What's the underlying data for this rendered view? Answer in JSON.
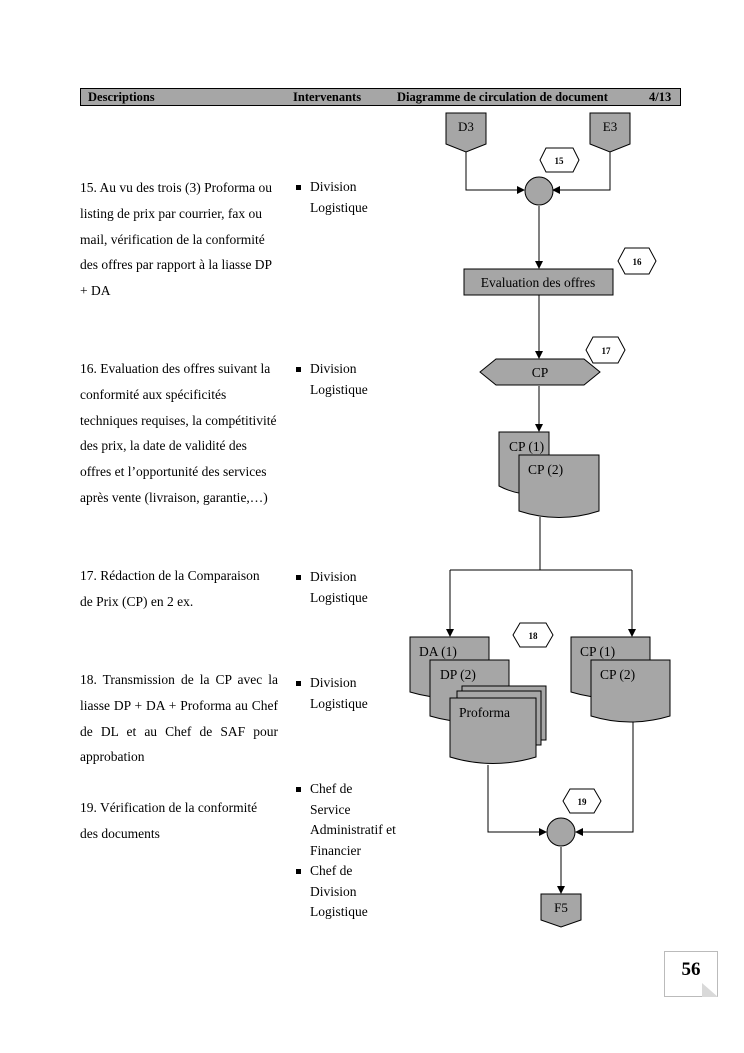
{
  "header": {
    "descriptions": "Descriptions",
    "intervenants": "Intervenants",
    "diagramme": "Diagramme de circulation de document",
    "page_ref": "4/13"
  },
  "steps": [
    {
      "text": "15.  Au vu des trois (3) Proforma ou listing de prix par courrier, fax ou mail, vérification de la conformité des offres par rapport à la liasse DP + DA",
      "intervenants": [
        "Division Logistique"
      ]
    },
    {
      "text": "16.   Evaluation des offres suivant la conformité aux spécificités techniques requises, la compétitivité des prix, la date de validité des offres et l’opportunité des services après vente (livraison, garantie,…)",
      "intervenants": [
        "Division Logistique"
      ]
    },
    {
      "text": "17.  Rédaction de la Comparaison de Prix (CP) en 2 ex.",
      "intervenants": [
        "Division Logistique"
      ]
    },
    {
      "text": "18. Transmission de la CP avec la liasse DP + DA + Proforma au Chef de DL et au Chef de SAF pour approbation",
      "intervenants": [
        "Division Logistique"
      ]
    },
    {
      "text": "19.  Vérification de la conformité des documents",
      "intervenants": [
        "Chef de Service Administratif et Financier",
        "Chef de Division Logistique"
      ]
    }
  ],
  "diagram": {
    "connector_d3": "D3",
    "connector_e3": "E3",
    "marker_15": "15",
    "marker_16": "16",
    "marker_17": "17",
    "marker_18": "18",
    "marker_19": "19",
    "evaluation_box": "Evaluation des offres",
    "cp_hexagon": "CP",
    "cp1_doc": "CP (1)",
    "cp2_doc": "CP (2)",
    "da1_doc": "DA (1)",
    "dp2_doc": "DP (2)",
    "proforma_doc": "Proforma",
    "cp1b_doc": "CP (1)",
    "cp2b_doc": "CP (2)",
    "connector_f5": "F5"
  },
  "colors": {
    "shape_fill": "#a6a6a6",
    "line": "#000000"
  },
  "page_number": "56"
}
